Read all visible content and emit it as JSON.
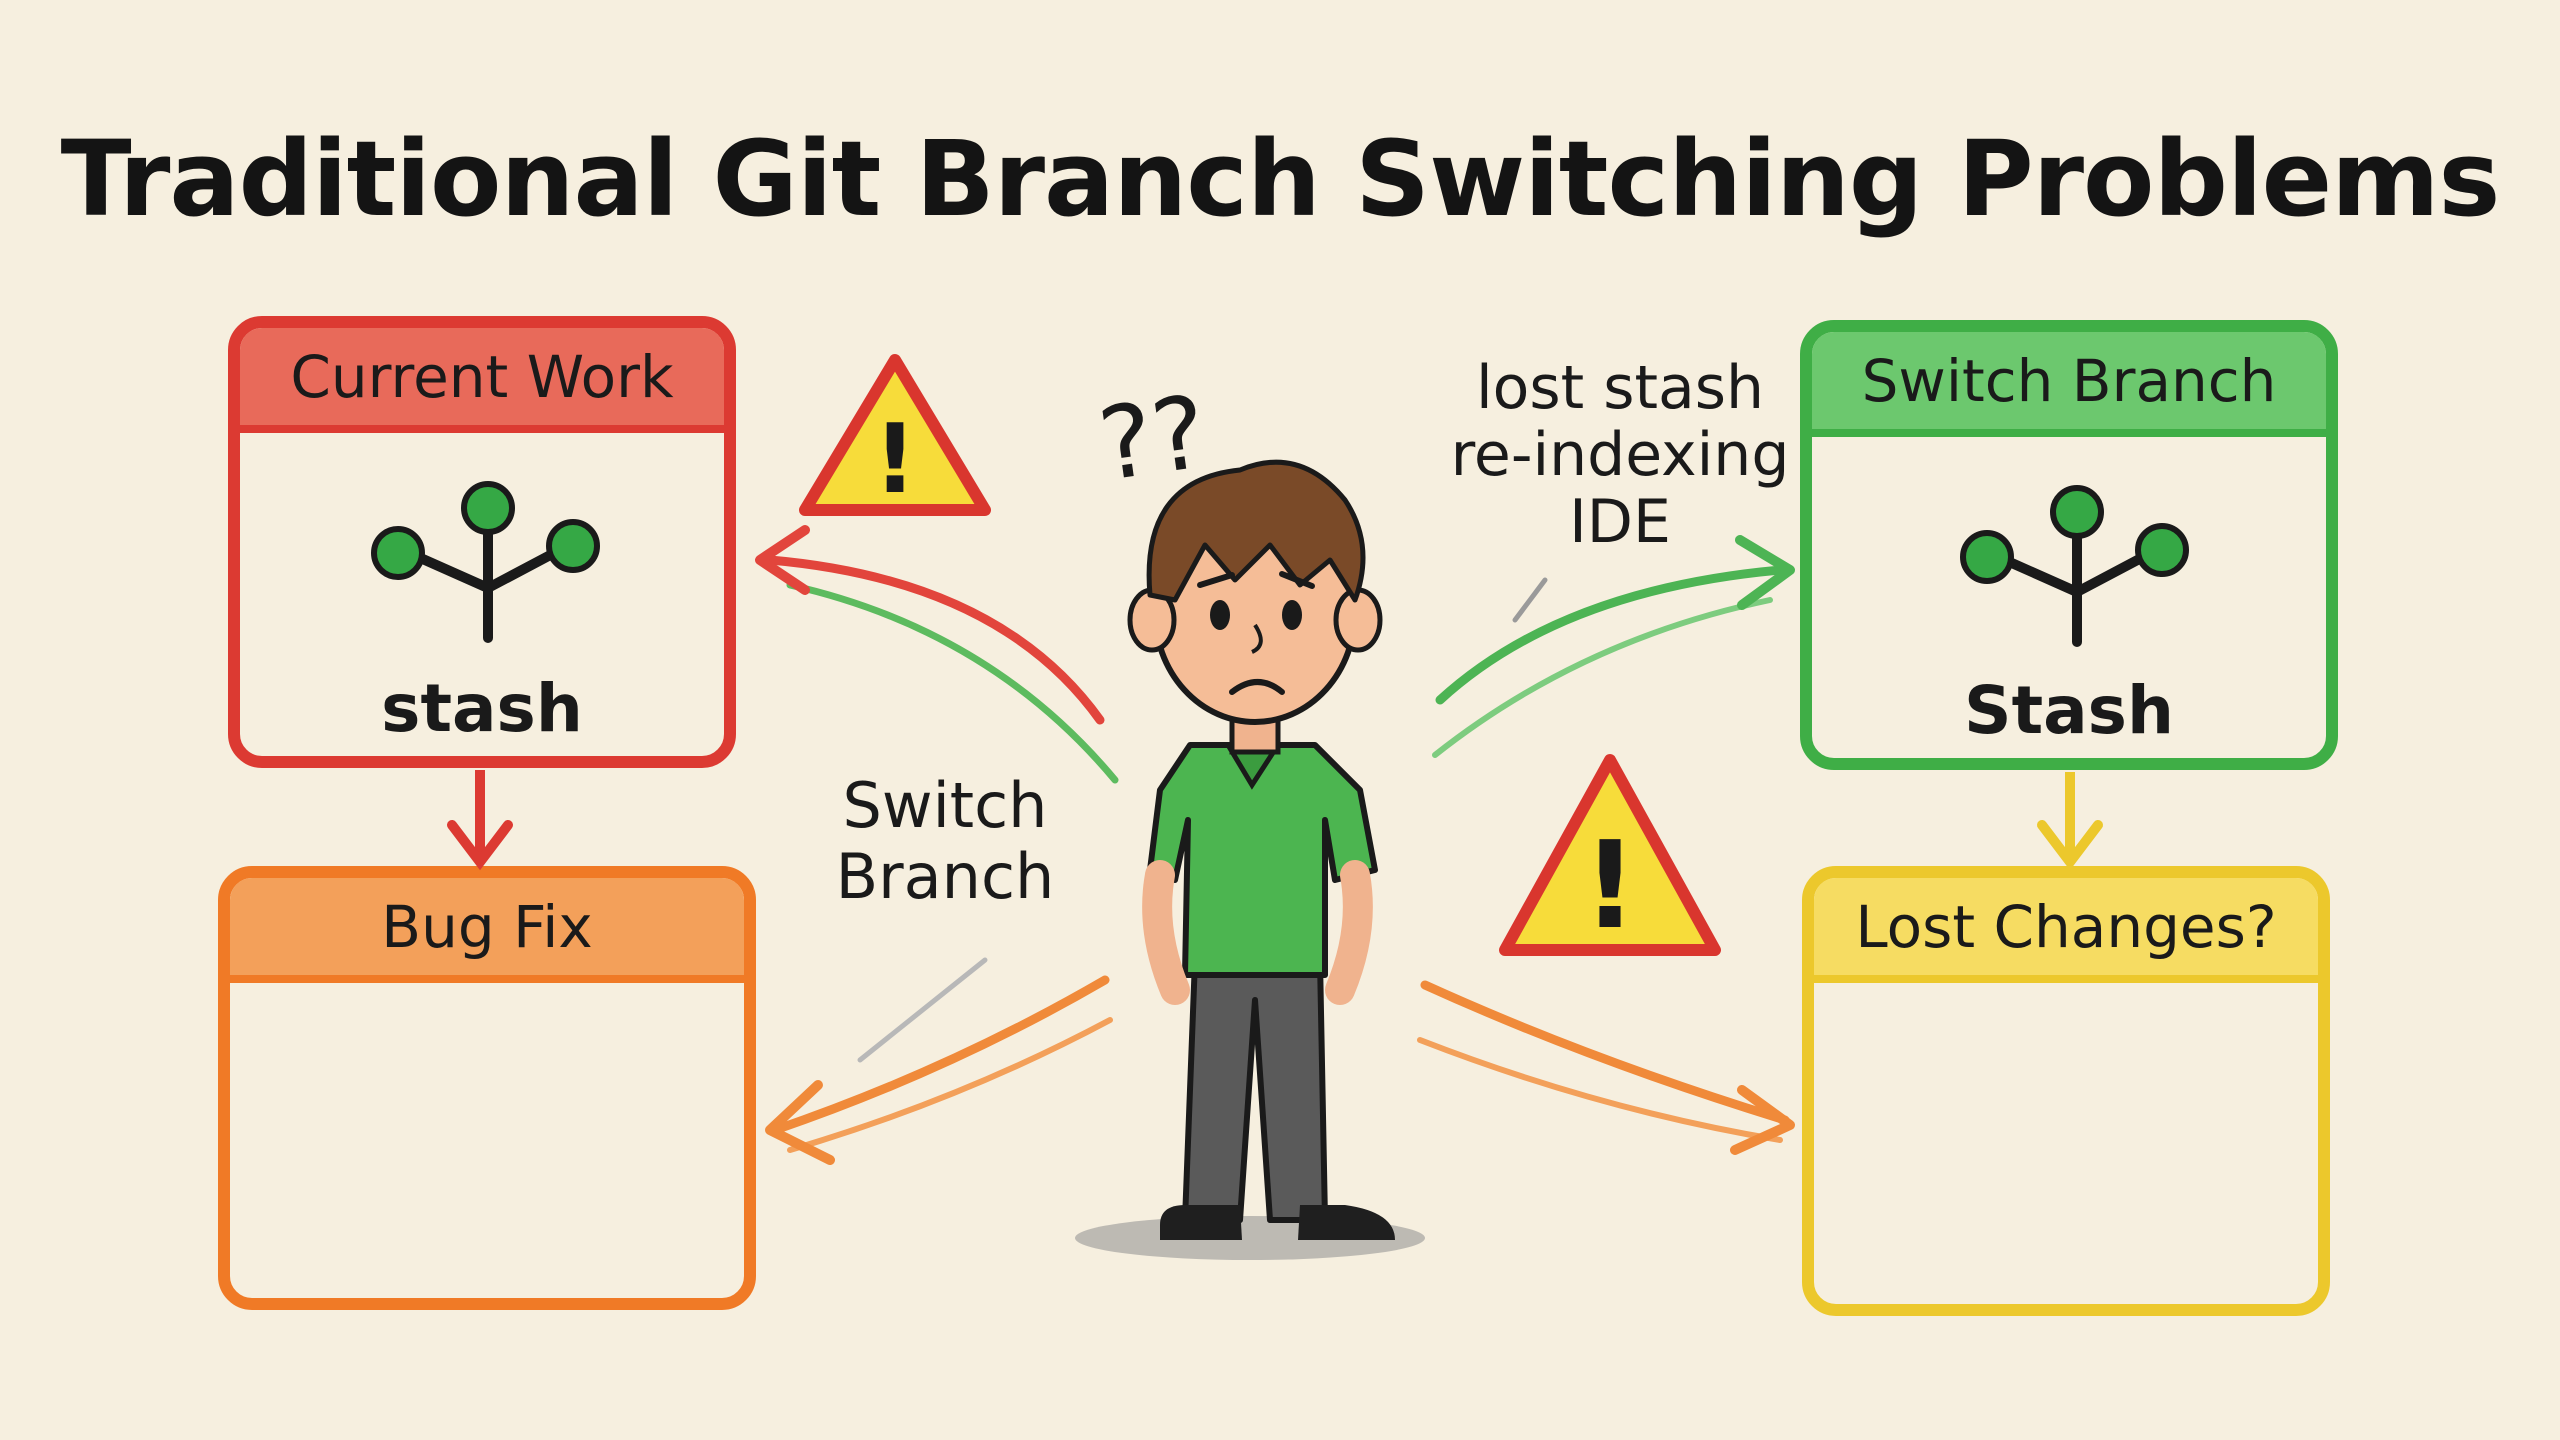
{
  "diagram": {
    "title": "Traditional Git Branch Switching Problems",
    "boxes": {
      "current_work": {
        "header": "Current Work",
        "label": "stash"
      },
      "bug_fix": {
        "header": "Bug Fix"
      },
      "switch_branch": {
        "header": "Switch Branch",
        "label": "Stash"
      },
      "lost_changes": {
        "header": "Lost Changes?"
      }
    },
    "labels": {
      "switch_branch_left": "Switch Branch",
      "ide_line1": "lost stash",
      "ide_line2": "re-indexing",
      "ide_line3": "IDE"
    },
    "decorations": {
      "question_marks": "??",
      "warning_symbol": "!"
    },
    "colors": {
      "red": "#dc3a32",
      "orange": "#f07a26",
      "green": "#3fae46",
      "yellow": "#ecc82c",
      "node_green": "#35a845"
    }
  }
}
